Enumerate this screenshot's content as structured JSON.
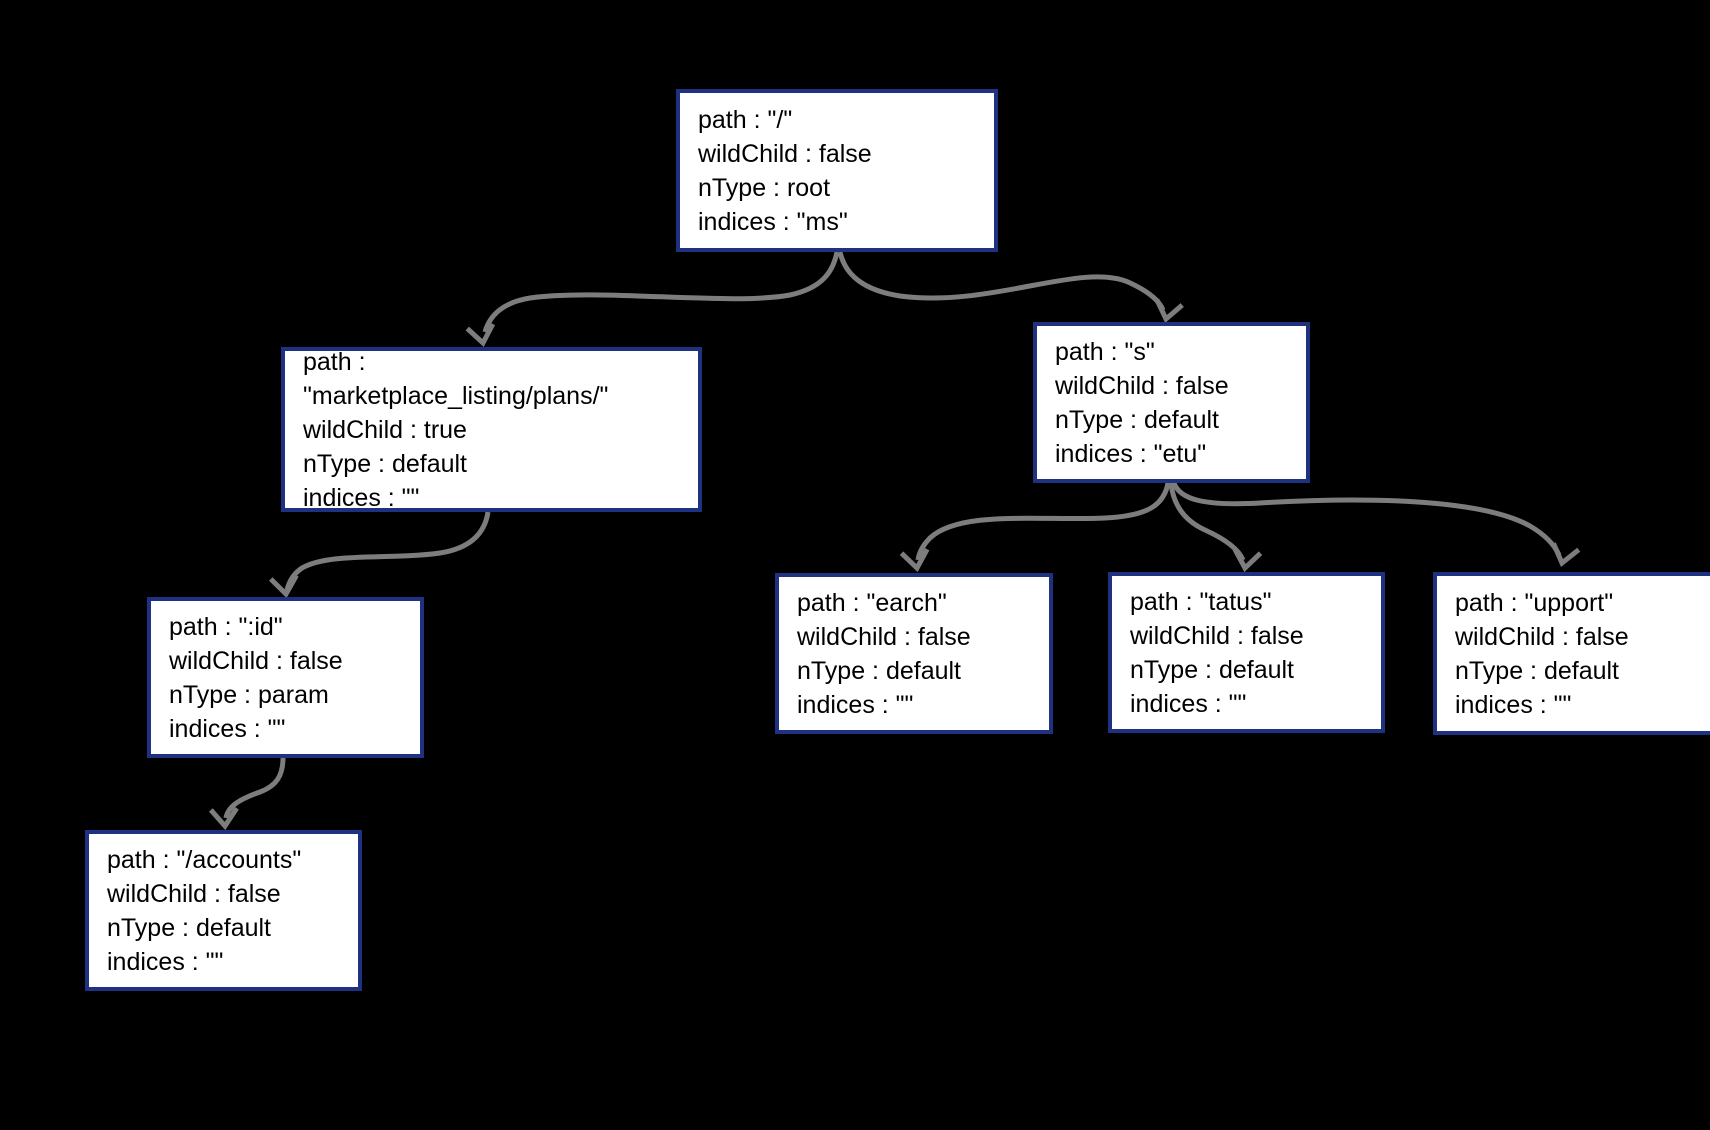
{
  "colors": {
    "background": "#000000",
    "node_fill": "#ffffff",
    "node_border": "#1f3181",
    "edge": "#7d7d7d",
    "text": "#000000"
  },
  "nodes": [
    {
      "id": "root",
      "lines": [
        "path : \"/\"",
        "wildChild : false",
        "nType : root",
        "indices : \"ms\""
      ]
    },
    {
      "id": "marketplace_listing_plans",
      "lines": [
        "path :",
        "\"marketplace_listing/plans/\"",
        "wildChild : true",
        "nType : default",
        "indices : \"\""
      ]
    },
    {
      "id": "s",
      "lines": [
        "path : \"s\"",
        "wildChild : false",
        "nType : default",
        "indices : \"etu\""
      ]
    },
    {
      "id": "id_param",
      "lines": [
        "path : \":id\"",
        "wildChild : false",
        "nType : param",
        "indices : \"\""
      ]
    },
    {
      "id": "accounts",
      "lines": [
        "path : \"/accounts\"",
        "wildChild : false",
        "nType : default",
        "indices : \"\""
      ]
    },
    {
      "id": "earch",
      "lines": [
        "path : \"earch\"",
        "wildChild : false",
        "nType : default",
        "indices : \"\""
      ]
    },
    {
      "id": "tatus",
      "lines": [
        "path : \"tatus\"",
        "wildChild : false",
        "nType : default",
        "indices : \"\""
      ]
    },
    {
      "id": "upport",
      "lines": [
        "path : \"upport\"",
        "wildChild : false",
        "nType : default",
        "indices : \"\""
      ]
    }
  ]
}
